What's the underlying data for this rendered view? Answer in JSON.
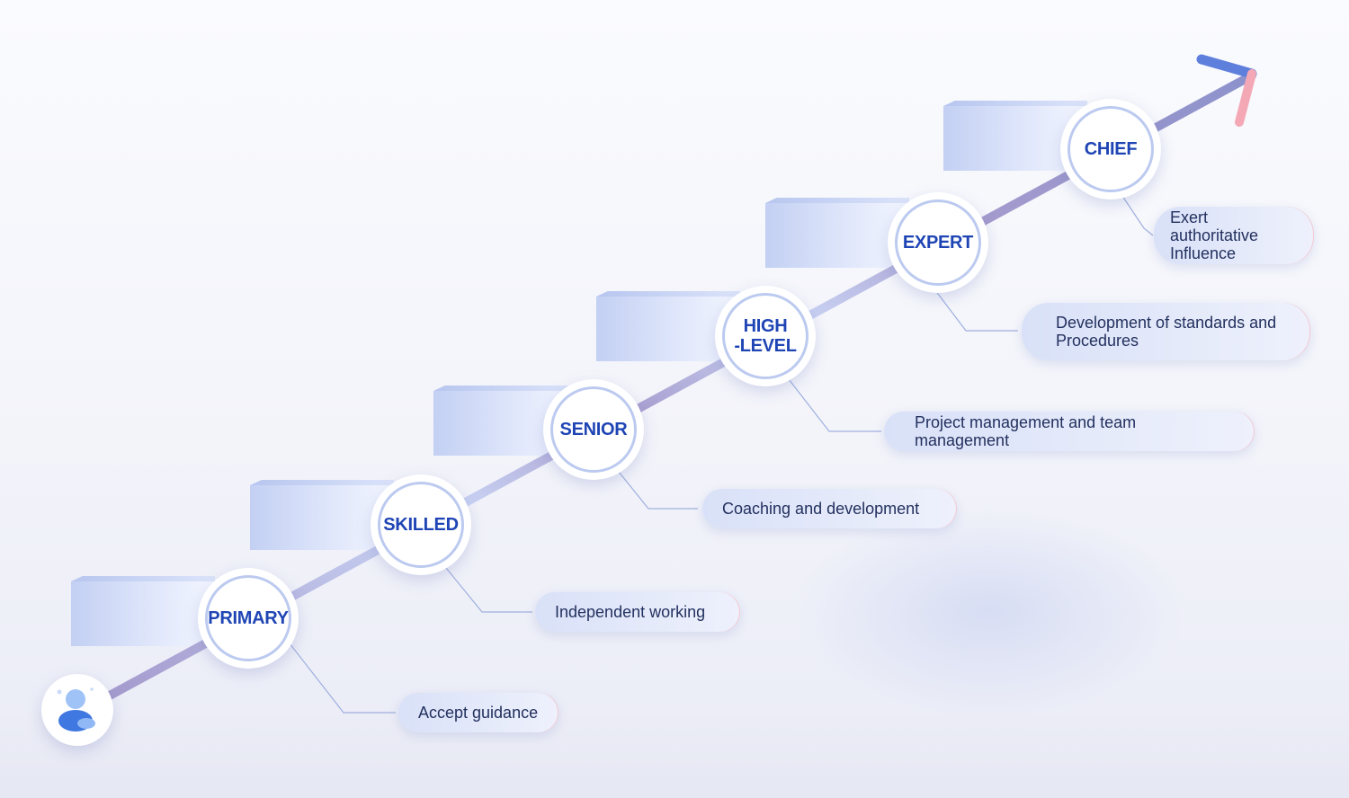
{
  "levels": [
    {
      "name": "PRIMARY",
      "description": "Accept guidance"
    },
    {
      "name": "SKILLED",
      "description": "Independent working"
    },
    {
      "name": "SENIOR",
      "description": "Coaching and development"
    },
    {
      "name": "HIGH\n-LEVEL",
      "description": "Project management and team management"
    },
    {
      "name": "EXPERT",
      "description": "Development of standards and\nProcedures"
    },
    {
      "name": "CHIEF",
      "description": "Exert authoritative\nInfluence"
    }
  ],
  "icons": {
    "start": "user-avatar-icon",
    "arrow": "arrow-head-icon"
  },
  "colors": {
    "label": "#1f45b5",
    "path_light": "#cfdaf7",
    "path_dark": "#a7a1d0",
    "arrow_blue": "#5f7fdc",
    "arrow_pink": "#f4a8b6"
  }
}
